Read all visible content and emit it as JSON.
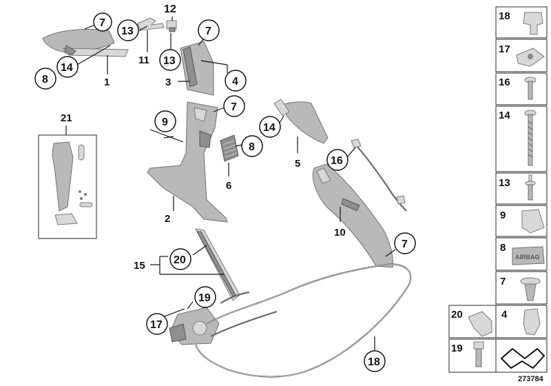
{
  "callouts": {
    "c7a": "7",
    "c13a": "13",
    "c12": "12",
    "c7b": "7",
    "c14a": "14",
    "c8a": "8",
    "c13b": "13",
    "c4": "4",
    "c7c": "7",
    "c9": "9",
    "c14b": "14",
    "c8b": "8",
    "c16": "16",
    "c7d": "7",
    "c20": "20",
    "c19": "19",
    "c17": "17",
    "c18": "18"
  },
  "labels": {
    "l1": "1",
    "l11": "11",
    "l3": "3",
    "l2": "2",
    "l6": "6",
    "l5": "5",
    "l10": "10",
    "l15": "15",
    "l21": "21",
    "l18": "18"
  },
  "legend": {
    "r18": "18",
    "r17": "17",
    "r16": "16",
    "r14": "14",
    "r13": "13",
    "r9": "9",
    "r8": "8",
    "r7": "7",
    "r20": "20",
    "r4": "4",
    "r19": "19"
  },
  "airbag_text": "AIRBAG",
  "image_id": "273784"
}
